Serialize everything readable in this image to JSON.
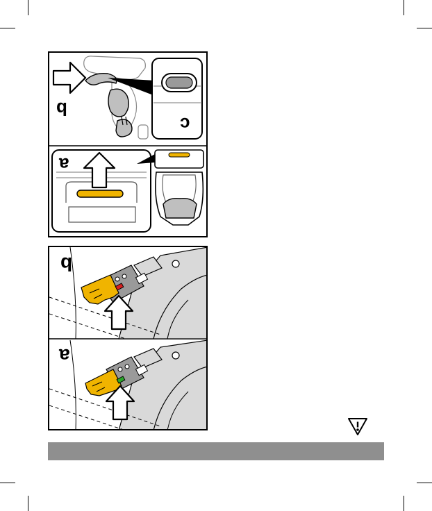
{
  "labels": {
    "top_panel_upper": "b",
    "top_panel_detail": "c",
    "top_panel_lower": "a",
    "bottom_panel_upper": "b",
    "bottom_panel_lower": "a"
  },
  "icons": {
    "info": "info-triangle-icon",
    "arrow": "arrow-icon"
  },
  "colors": {
    "highlight": "#f0b400",
    "indicator_red": "#d62020",
    "indicator_green": "#2aa52a",
    "footer_bar": "#8f8f8f",
    "machine_fill": "#d9d9d9"
  }
}
